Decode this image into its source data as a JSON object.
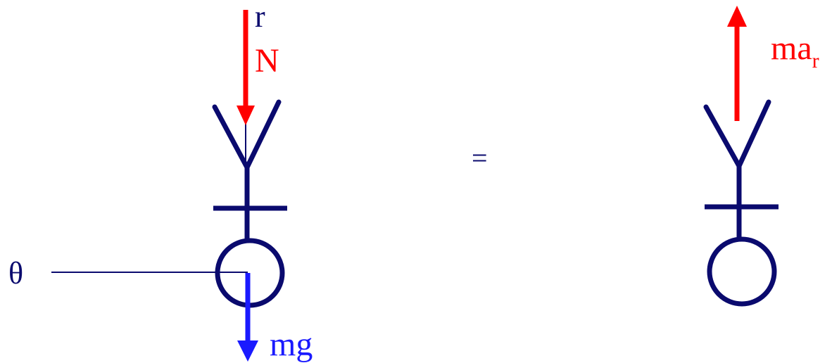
{
  "labels": {
    "r": "r",
    "normal_force": "N",
    "weight": "mg",
    "angle": "θ",
    "equals": "=",
    "inertial_force": "ma",
    "inertial_subscript": "r"
  },
  "colors": {
    "figure": "#0a0a6e",
    "force_red": "#ff0000",
    "force_blue": "#1a1aff",
    "text_dark": "#0a0a6e"
  }
}
